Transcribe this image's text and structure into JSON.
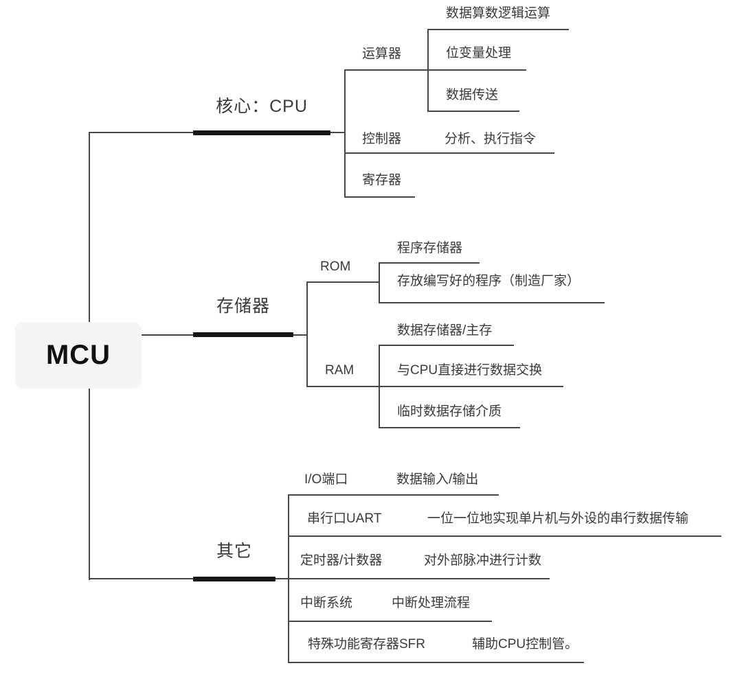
{
  "root": {
    "label": "MCU"
  },
  "branches": [
    {
      "label": "核心：CPU",
      "children": [
        {
          "label": "运算器",
          "children": [
            {
              "label": "数据算数逻辑运算"
            },
            {
              "label": "位变量处理"
            },
            {
              "label": "数据传送"
            }
          ]
        },
        {
          "label": "控制器",
          "children": [
            {
              "label": "分析、执行指令"
            }
          ]
        },
        {
          "label": "寄存器",
          "children": []
        }
      ]
    },
    {
      "label": "存储器",
      "children": [
        {
          "label": "ROM",
          "children": [
            {
              "label": "程序存储器"
            },
            {
              "label": "存放编写好的程序（制造厂家）"
            }
          ]
        },
        {
          "label": "RAM",
          "children": [
            {
              "label": "数据存储器/主存"
            },
            {
              "label": "与CPU直接进行数据交换"
            },
            {
              "label": "临时数据存储介质"
            }
          ]
        }
      ]
    },
    {
      "label": "其它",
      "children": [
        {
          "label": "I/O端口",
          "children": [
            {
              "label": "数据输入/输出"
            }
          ]
        },
        {
          "label": "串行口UART",
          "children": [
            {
              "label": "一位一位地实现单片机与外设的串行数据传输"
            }
          ]
        },
        {
          "label": "定时器/计数器",
          "children": [
            {
              "label": "对外部脉冲进行计数"
            }
          ]
        },
        {
          "label": "中断系统",
          "children": [
            {
              "label": "中断处理流程"
            }
          ]
        },
        {
          "label": "特殊功能寄存器SFR",
          "children": [
            {
              "label": "辅助CPU控制管。"
            }
          ]
        }
      ]
    }
  ],
  "colors": {
    "canvas_bg": "#ffffff",
    "line": "#474747",
    "bar": "#161616",
    "text": "#3a3a3a",
    "root_bg": "#f5f5f6",
    "root_text": "#111111"
  }
}
